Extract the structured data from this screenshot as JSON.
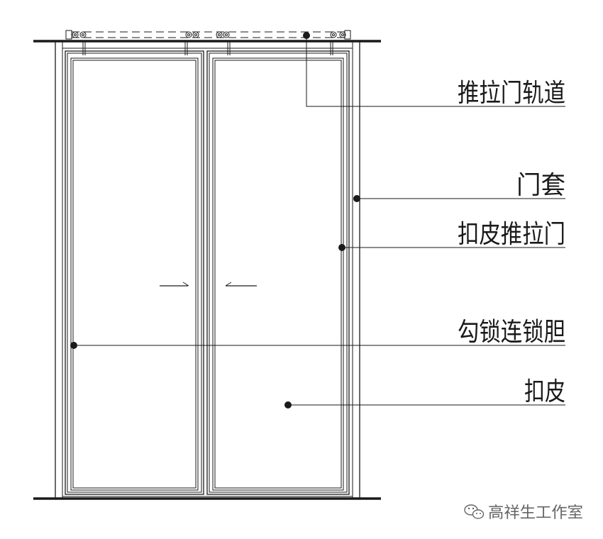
{
  "labels": {
    "track": "推拉门轨道",
    "door_casing": "门套",
    "skin_sliding_door": "扣皮推拉门",
    "hook_lock": "勾锁连锁胆",
    "skin": "扣皮"
  },
  "watermark": {
    "text": "高祥生工作室",
    "icon": "wechat-icon"
  },
  "colors": {
    "line": "#1a1a1a",
    "background": "#ffffff",
    "watermark": "#666666"
  }
}
